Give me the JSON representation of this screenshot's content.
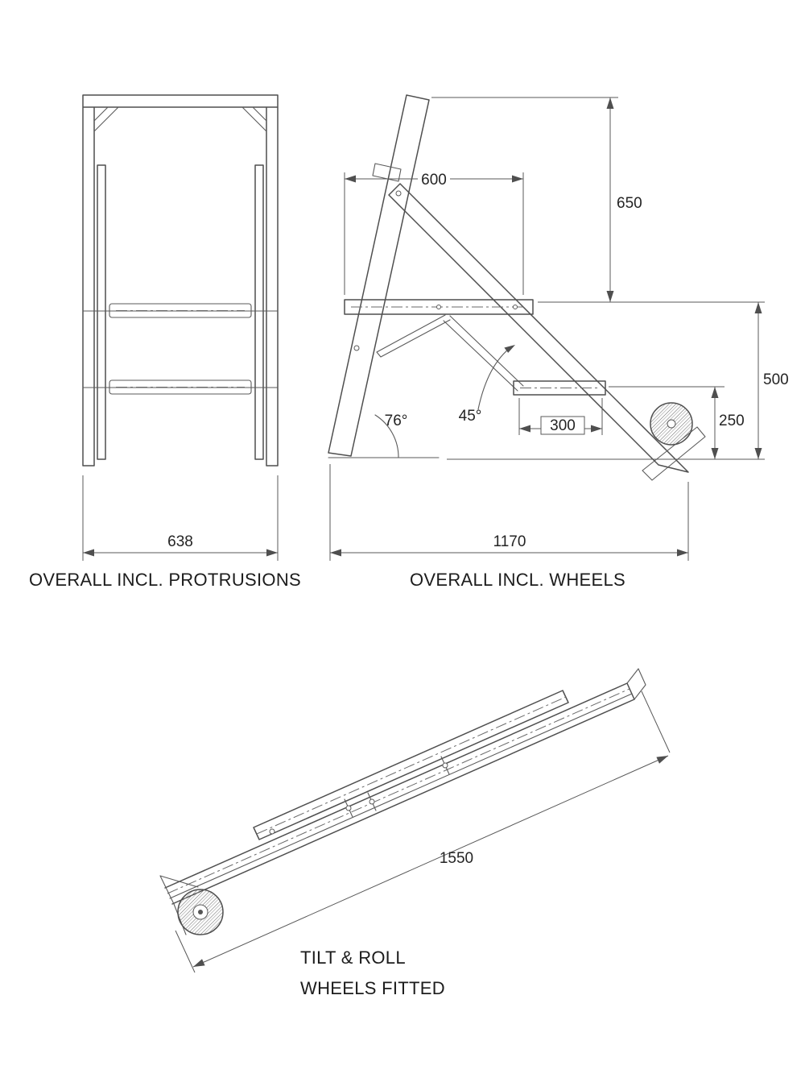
{
  "document": {
    "background": "#ffffff",
    "line_color": "#4f4f4f",
    "text_color": "#242424"
  },
  "front_view": {
    "caption": "OVERALL INCL. PROTRUSIONS",
    "overall_width": "638"
  },
  "side_view": {
    "caption": "OVERALL INCL. WHEELS",
    "overall_length": "1170",
    "platform_depth": "600",
    "handrail_height": "650",
    "platform_height": "500",
    "step_height": "250",
    "step_depth": "300",
    "rear_leg_angle": "76°",
    "stringer_angle": "45°"
  },
  "folded_view": {
    "caption_line1": "TILT & ROLL",
    "caption_line2": "WHEELS FITTED",
    "folded_length": "1550"
  }
}
